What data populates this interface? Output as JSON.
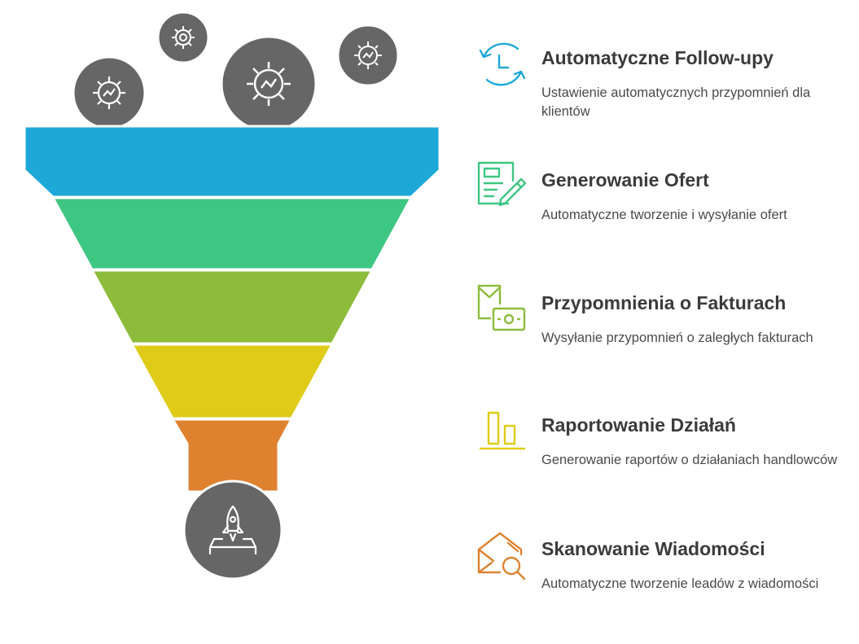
{
  "funnel": {
    "levels": [
      {
        "color": "#1da8d8",
        "icon": "gears-top-icons"
      },
      {
        "color": "#3ec683"
      },
      {
        "color": "#8dbb3b"
      },
      {
        "color": "#dfcb18"
      },
      {
        "color": "#de8230",
        "icon": "rocket-icon"
      }
    ]
  },
  "items": [
    {
      "title": "Automatyczne Follow-upy",
      "description": "Ustawienie automatycznych przypomnień dla klientów",
      "icon": "clock-cycle-icon",
      "color": "#1da8d8"
    },
    {
      "title": "Generowanie Ofert",
      "description": "Automatyczne tworzenie i wysyłanie ofert",
      "icon": "document-pencil-icon",
      "color": "#3ec683"
    },
    {
      "title": "Przypomnienia o Fakturach",
      "description": "Wysyłanie przypomnień o zaległych fakturach",
      "icon": "invoice-reminder-icon",
      "color": "#8dbb3b"
    },
    {
      "title": "Raportowanie Działań",
      "description": "Generowanie raportów o działaniach handlowców",
      "icon": "bar-chart-icon",
      "color": "#dfcb18"
    },
    {
      "title": "Skanowanie Wiadomości",
      "description": "Automatyczne tworzenie leadów z wiadomości",
      "icon": "envelope-search-icon",
      "color": "#de8230"
    }
  ]
}
